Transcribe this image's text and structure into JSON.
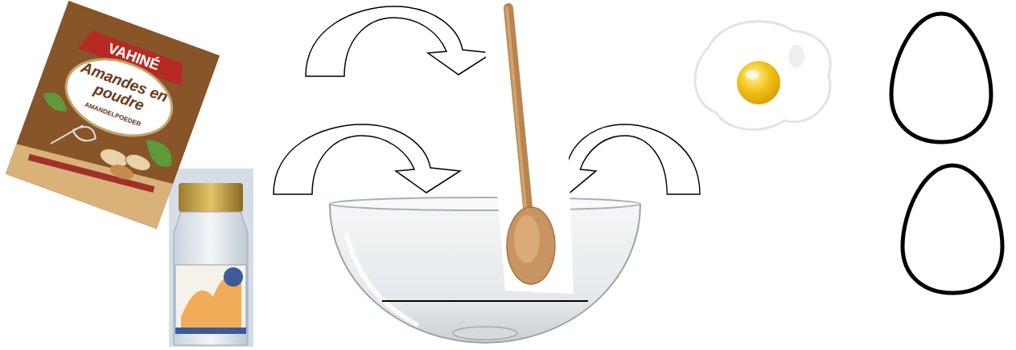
{
  "diagram": {
    "labels": [
      "VAHINÉ",
      "Amandes en poudre",
      "AMANDELPOEDER"
    ]
  }
}
